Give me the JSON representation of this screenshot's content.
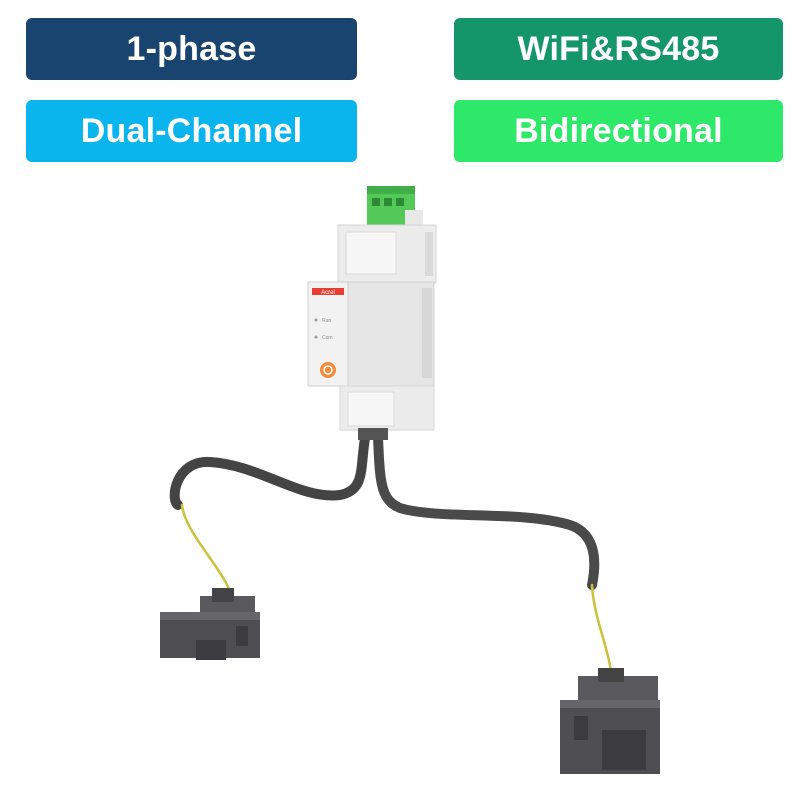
{
  "badges": [
    {
      "label": "1-phase",
      "color": "#1a4470"
    },
    {
      "label": "WiFi&RS485",
      "color": "#14966a"
    },
    {
      "label": "Dual-Channel",
      "color": "#0ab4ec"
    },
    {
      "label": "Bidirectional",
      "color": "#2ee86a"
    }
  ],
  "device": {
    "brand": "Acrel",
    "indicators": [
      "Run",
      "Com"
    ],
    "terminal_color": "#55c85a",
    "cable_color": "#4a4a4a",
    "wire_color": "#c9c23a",
    "ct_color": "#5a5a5e"
  }
}
